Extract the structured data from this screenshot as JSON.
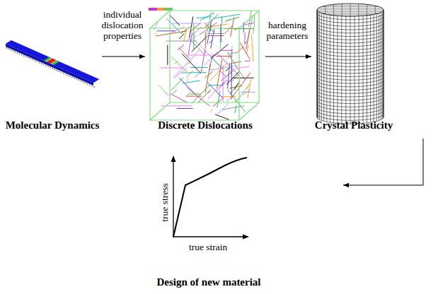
{
  "diagram": {
    "nodes": [
      {
        "text": [
          "Molecular Dynamics"
        ]
      },
      {
        "text": [
          "Discrete Dislocations"
        ]
      },
      {
        "text": [
          "Crystal Plasticity"
        ]
      },
      {
        "text": [
          "Design of new material"
        ]
      }
    ],
    "edges": [
      {
        "from": 0,
        "to": 1,
        "arrow": "to",
        "label": "individual dislocation properties"
      },
      {
        "from": 1,
        "to": 2,
        "arrow": "to",
        "label": "hardening parameters"
      },
      {
        "from": 2,
        "to": 3,
        "arrow": "to"
      }
    ],
    "labels": [
      "true stress",
      "true strain"
    ]
  }
}
